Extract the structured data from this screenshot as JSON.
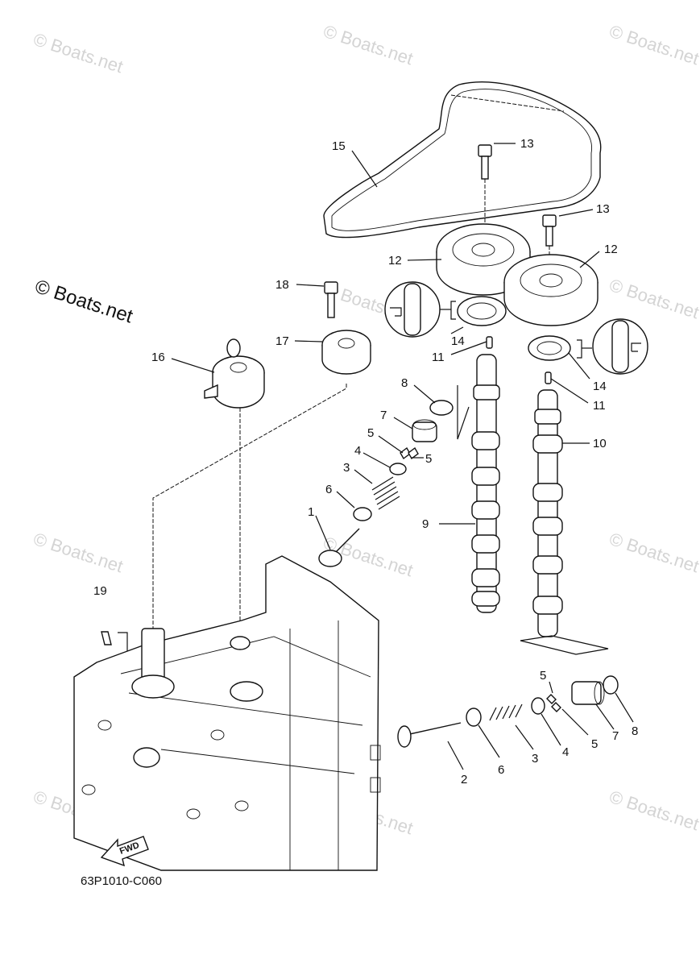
{
  "watermark_text": "© Boats.net",
  "diagram_code": "63P1010-C060",
  "direction_label": "FWD",
  "part_callouts": [
    "1",
    "2",
    "3",
    "4",
    "5",
    "6",
    "7",
    "8",
    "9",
    "10",
    "11",
    "12",
    "13",
    "14",
    "15",
    "16",
    "17",
    "18",
    "19"
  ],
  "callout_labels": {
    "c1": "1",
    "c2": "2",
    "c3a": "3",
    "c3b": "3",
    "c4a": "4",
    "c4b": "4",
    "c5a": "5",
    "c5b": "5",
    "c5c": "5",
    "c5d": "5",
    "c6a": "6",
    "c6b": "6",
    "c7a": "7",
    "c7b": "7",
    "c8a": "8",
    "c8b": "8",
    "c9": "9",
    "c10": "10",
    "c11a": "11",
    "c11b": "11",
    "c12a": "12",
    "c12b": "12",
    "c13a": "13",
    "c13b": "13",
    "c14a": "14",
    "c14b": "14",
    "c15": "15",
    "c16": "16",
    "c17": "17",
    "c18": "18",
    "c19": "19"
  }
}
